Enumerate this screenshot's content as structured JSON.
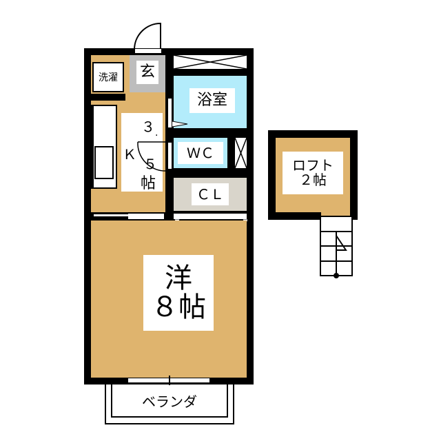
{
  "floorplan": {
    "rooms": {
      "laundry": {
        "label": "洗濯"
      },
      "entrance": {
        "label": "玄"
      },
      "bathroom": {
        "label": "浴室"
      },
      "wc": {
        "label": "ＷＣ"
      },
      "closet": {
        "label": "ＣＬ"
      },
      "kitchen": {
        "line1": "３",
        "line2": ".",
        "line3": "Ｋ",
        "line4": "５",
        "line5": "帖"
      },
      "western_room": {
        "line1": "洋",
        "line2": "８帖"
      },
      "loft": {
        "line1": "ロフト",
        "line2": "２帖"
      },
      "balcony": {
        "label": "ベランダ"
      }
    },
    "colors": {
      "wall": "#000000",
      "floor_wood": "#dfb46e",
      "bath": "#b3ecfb",
      "entrance": "#bdbdbd",
      "closet": "#d9d5cb"
    }
  }
}
